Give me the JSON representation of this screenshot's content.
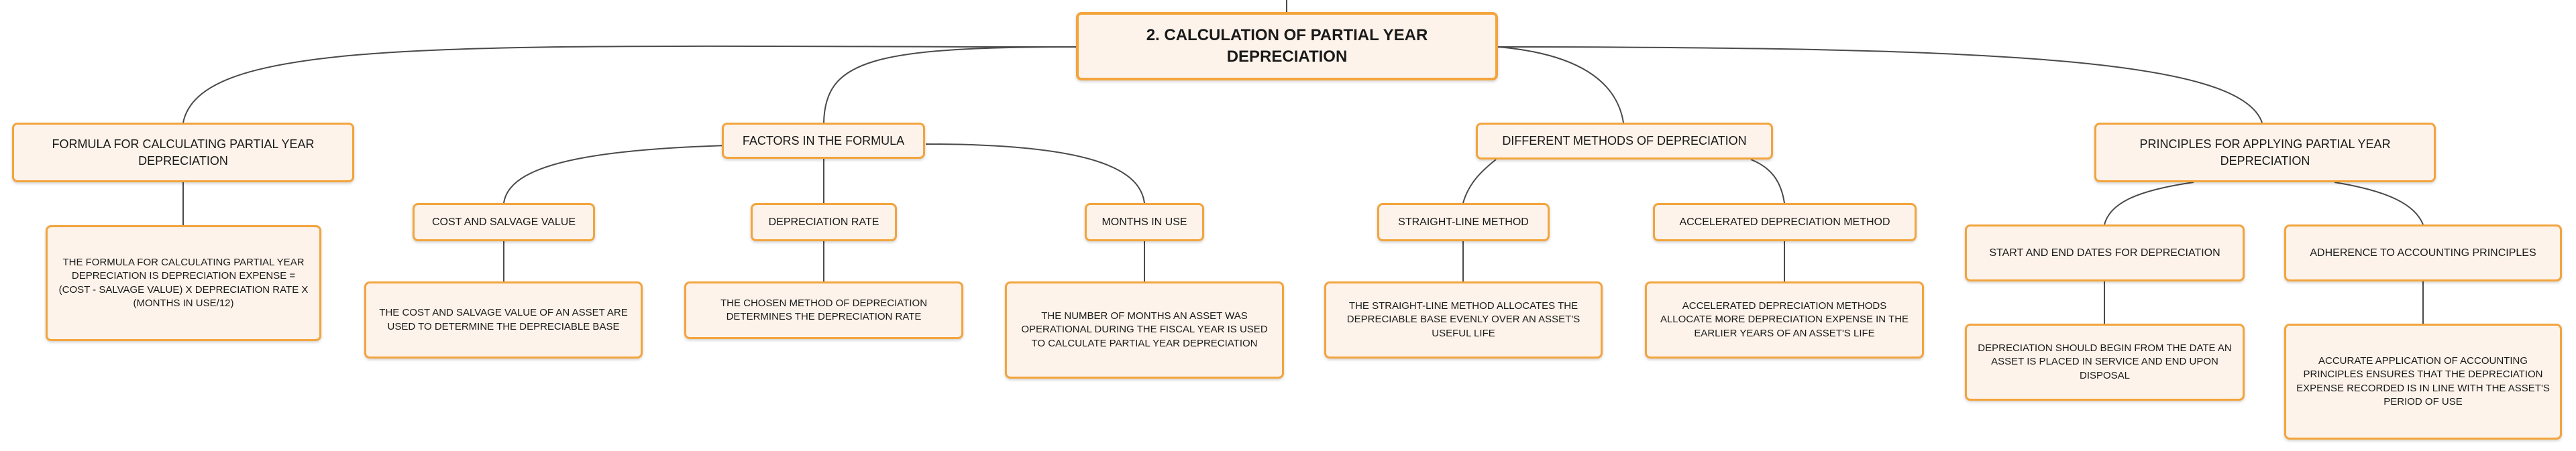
{
  "root": "2. Calculation of Partial Year Depreciation",
  "branches": [
    {
      "title": "Formula for Calculating Partial Year Depreciation",
      "detail": "The formula for calculating partial year depreciation is Depreciation Expense = (Cost - Salvage Value) x Depreciation Rate x (Months in Use/12)"
    },
    {
      "title": "Factors in the Formula",
      "children": [
        {
          "title": "Cost and Salvage Value",
          "detail": "The cost and salvage value of an asset are used to determine the depreciable base"
        },
        {
          "title": "Depreciation Rate",
          "detail": "The chosen method of depreciation determines the depreciation rate"
        },
        {
          "title": "Months in Use",
          "detail": "The number of months an asset was operational during the fiscal year is used to calculate partial year depreciation"
        }
      ]
    },
    {
      "title": "Different Methods of Depreciation",
      "children": [
        {
          "title": "Straight-Line Method",
          "detail": "The straight-line method allocates the depreciable base evenly over an asset's useful life"
        },
        {
          "title": "Accelerated Depreciation Method",
          "detail": "Accelerated depreciation methods allocate more depreciation expense in the earlier years of an asset's life"
        }
      ]
    },
    {
      "title": "Principles for Applying Partial Year Depreciation",
      "children": [
        {
          "title": "Start and End Dates for Depreciation",
          "detail": "Depreciation should begin from the date an asset is placed in service and end upon disposal"
        },
        {
          "title": "Adherence to Accounting Principles",
          "detail": "Accurate application of accounting principles ensures that the depreciation expense recorded is in line with the asset's period of use"
        }
      ]
    }
  ]
}
